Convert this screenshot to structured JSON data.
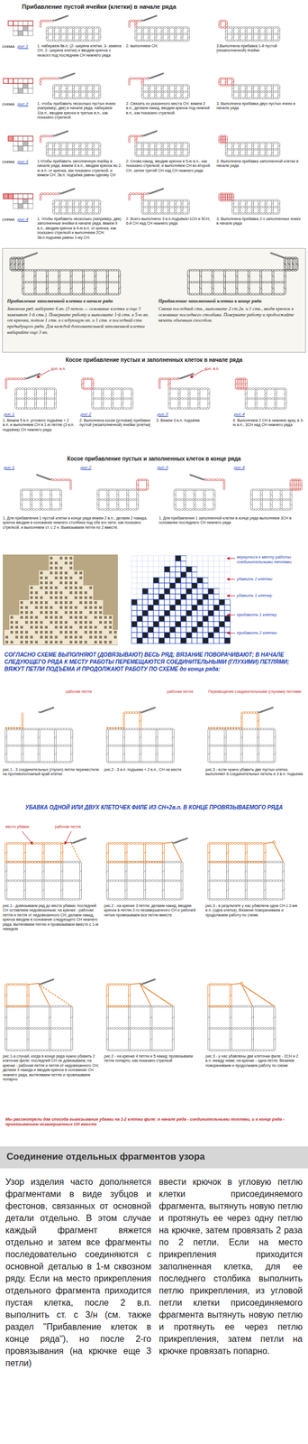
{
  "diagram": {
    "title": "Прибавление пустой ячейки (клетки) в  начале ряда",
    "nodes": [
      {
        "text": [
          "Прибавление заполненной клетки в начале ряда",
          "Закончив ряд, наберите 6 вп. (3 петли — основание клетки и еще 3 заменяют 1-й стн.). Поверните работу и выполните 1-й стн. в 5-ю вп. от крючка, потом 1 стн. в следующую вп. и 1 стн. в последний стн. предыдущего ряда. Для каждой дополнительной заполненной клетки набирайте еще 3 вп.",
          "Прибавление заполненной клетки в конце ряда",
          "Связав последний стн., выполните 2 ст.2н. и 1 стн., вводя крючок в основание последнего столбика. Поверните работу и продолжайте вязать обычным способом."
        ]
      },
      {
        "text": [
          "Соединение отдельных фрагментов узора"
        ]
      }
    ],
    "labels": [
      "схема",
      "рис.1",
      "1. набираем 8в.п. (2- ширина клетки, 3- замена СН, 2- ширина клетки) и вводим крючок с низкого под последним СН нижнего ряда",
      "2. выполняем СН.",
      "3.Выполнена прибавка 1-й пустой (незаполненной) ячейки",
      "схема",
      "рис.2",
      "1. чтобы прибавить несколько пустых ячеек (например, две) в начале ряда, набираем 11в.п., вводим крючок в третью в.п., как показано стрелкой.",
      "2. Связать из указанного места СН; вяжем 2 в.п., делаем накид, вводим крючок под нижней в.п., как показано стрелкой.",
      "3. Выполнена прибавка двух пустых ячеек в начале ряда",
      "схема",
      "рис.3",
      "1.Чтобы прибавить заполненную ячейку в начале ряда, вяжем 6 в.п., вводим крючок во 2-ю в.п. от крючка, как показано стрелкой, и вяжем СН. 3в.п. подъёма равны одному СН",
      "2. Снова накид, вводим крючок в 5-ю в.п., как показано стрелкой, и выполняем СН во второй СН, затем третий СН над СН нижнего ряда",
      "3. Выполнена прибавка заполненной клетки в начале ряда",
      "схема",
      "рис.4",
      "1. Чтобы прибавить несколько (например, две) заполненные ячейки в начале ряда, вяжем 9 в.п., вводим крючок в 4-ю в.п. от крючка, как показано стрелкой и выполняем 2СН. 3в.п.подъема равны 1-му СН.",
      "2. Всего выполнено 3 в.п.подъёма=1СН и 5СН; 6-й СН над СН нижнего ряда",
      "3. Выполнена прибавка 2-х заполненных ячеек в начале ряда",
      "Косое прибавление пустых и заполненных  клеток в начале ряда",
      "рис.1",
      "рис.2",
      "рис.3",
      "рис.4",
      "доп. в.п.",
      "доп. в.п.",
      "1. Вяжем 5 в.п. углового подъёма + 2 в.п. и выполняем СН в 1-ю петлю (3 в.п. подъёма) СН нижнего ряда",
      "2. Выполнена косая (угловая) прибавка пустой (незаполненной) ячейки (клетки)",
      "3. Вяжем 3 в.п. подъёма",
      "4. Выполняем 2 СН в нижнюю арку, в 3-ю в.п., 3СН над СН нижнего ряда",
      "Косое прибавление  пустых и заполненных  клеток в конце ряда",
      "рис.1",
      "рис.2",
      "рис.3",
      "рис.4",
      "1. Для прибавления 1 пустой клетки в конце ряда вяжем 2 в.п., делаем 2 накида, крючок вводим в основание нижнего столбика под обе его нити, как показано стрелкой, и выполняем ст. с 2 н. Вывязываем петли по 2 вместе.",
      "1. Для прибавления 1 заполненной клетки в конце ряда выполняем 3СН в основание последнего СН нижнего ряда",
      "вернуться к месту работы соединительными петлями",
      "убавить 2 клетки",
      "убавить 1 клетку",
      "прибавить 1 клетку",
      "прибавить 2 клетки",
      "СОГЛАСНО СХЕМЕ ВЫПОЛНЯЮТ (ДОВЯЗЫВАЮТ)   ВЕСЬ РЯД;  ВЯЗАНИЕ ПОВОРАЧИВАЮТ;   В НАЧАЛЕ СЛЕДУЮЩЕГО РЯДА К МЕСТУ РАБОТЫ ПЕРЕМЕЩАЮТСЯ СОЕДИНИТЕЛЬНЫМИ  (ГЛУХИМИ) ПЕТЛЯМИ; ВЯЖУТ ПЕТЛИ ПОДЪЕМА  И ПРОДОЛЖАЮТ РАБОТУ ПО СХЕМЕ до конца ряда:",
      "рабочая петля",
      "рабочая петля",
      "Перемещение соединительными (глухими) петлями",
      "рис.1 - 3 соединительных (глухих) петли переместили на противоположный край клетки",
      "рис.2 - 3 в.п. подъема + 2 в.п., СН на месте",
      "рис.3 - если нужно убавить две пустых клетки, выполняют 6 соединительных петель и 3 в.п. подъема",
      "УБАВКА  ОДНОЙ ИЛИ ДВУХ КЛЕТОЧЕК ФИЛЕ  ИЗ СН+2в.п.  В КОНЦЕ ПРОВЯЗЫВАЕМОГО  РЯДА",
      "место убавки",
      "рабочая петля",
      "рис.1 - довязываем ряд до места убавки; последний СН оставляем недовязанным: на крючке - рабочая петля и петля от недовязанного СН; делаем накид, крючок вводим в основание следующего СН нижнего ряда, вытягиваем петлю и провязываем вместе с 1-м накидом",
      "рис.2 - на крючке 3 петли; делаем накид, вводим крючок в петлю 2-го незавершенного СН и рабочей нитью провязываем все петли вместе",
      "рис.3 - в результате у нас убавлена одна СН с 2-мя в.п. (одна клетка). Вязание поворачиваем и продолжаем работу по схеме",
      "рис.1-а случай, когда в конце ряда нужно убавить 2 клеточки филе: последний СН не довязываем, на крючке - рабочая петля и петля от недовязанного СН; делаем 3 накида и вводим крючок в основание СН нижнего ряда, вытягиваем петлю и провязываем попарно",
      "рис.2 - на крючке 4 петли и 5 накид; провязываем петли попарно, как показано стрелкой",
      "рис.3 - у нас убавлены две клеточки филе - 2СН и 2 в.п. между ними; на крючке - одна петля. Вязание поворачиваем и продолжаем работу по схеме",
      "Мы рассмотрели два способа вывязывания убавки на 1-2 клетки филе: в начале ряда - соединительными петлями, и в конце ряда - провязыванием незавершенных СН вместе",
      "Узор изделия часто дополняется фрагментами в виде зубцов и фестонов, связанных от основной детали отдельно. В этом случае каждый фрагмент вяжется отдельно и затем все фрагменты последовательно соединяются с основной деталью в 1-м сквозном ряду. Если на место прикрепления отдельного фрагмента приходится пустая клетка, после 2 в.п. выполнить ст. с 3/н (см. также раздел \"Прибавление клеток в конце ряда\"), но после 2-го провязывания (на крючке еще 3 петли)",
      "ввести крючок в угловую петлю клетки присоединяемого фрагмента, вытянуть новую петлю и протянуть ее через одну петлю на крючке, затем провязать 2 раза по 2 петли. Если на место прикрепления приходится заполненная клетка, для ее последнего столбика выполнить петлю прикрепления, из угловой петли клетки присоединяемого фрагмента вытянуть новую петлю и протянуть ее через петлю прикрепления, затем петли на крючке провязать попарно."
    ]
  }
}
